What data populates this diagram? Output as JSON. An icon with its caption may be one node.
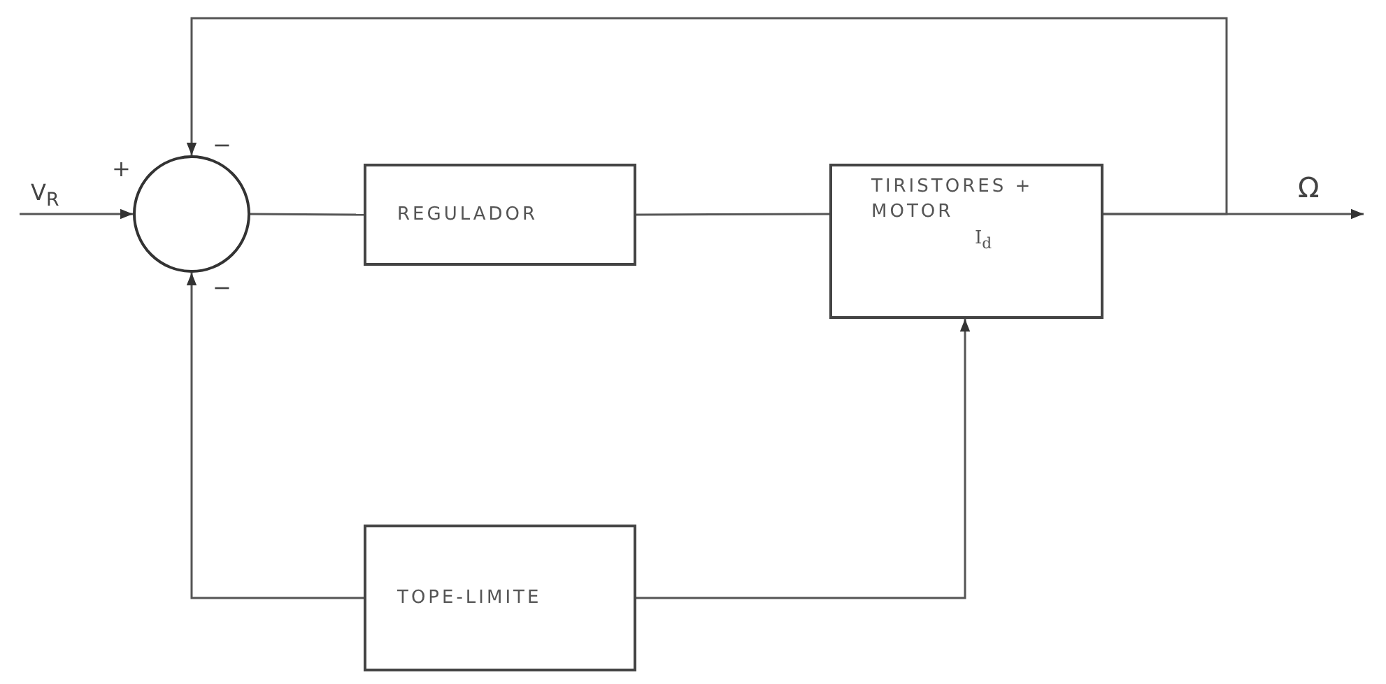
{
  "diagram": {
    "nodes": [
      {
        "text": [],
        "shape": "circle"
      },
      {
        "text": [
          "REGULADOR"
        ]
      },
      {
        "text": [
          "TIRISTORES + MOTOR",
          "I$_{d}$"
        ]
      },
      {
        "text": [
          "TOPE-LIMITE"
        ]
      }
    ],
    "edges": [
      {
        "from": null,
        "to": 0,
        "arrow": "to",
        "label": "V$_{R}$"
      },
      {
        "from": 0,
        "to": 1,
        "arrow": "none"
      },
      {
        "from": 1,
        "to": 2,
        "arrow": "none"
      },
      {
        "from": 2,
        "to": null,
        "arrow": "to",
        "label": "Ω"
      },
      {
        "from": 2,
        "to": 0,
        "arrow": "to"
      },
      {
        "from": 3,
        "to": 2,
        "arrow": "to"
      },
      {
        "from": 3,
        "to": 0,
        "arrow": "to"
      }
    ],
    "labels": [
      "+",
      "−",
      "−"
    ]
  }
}
